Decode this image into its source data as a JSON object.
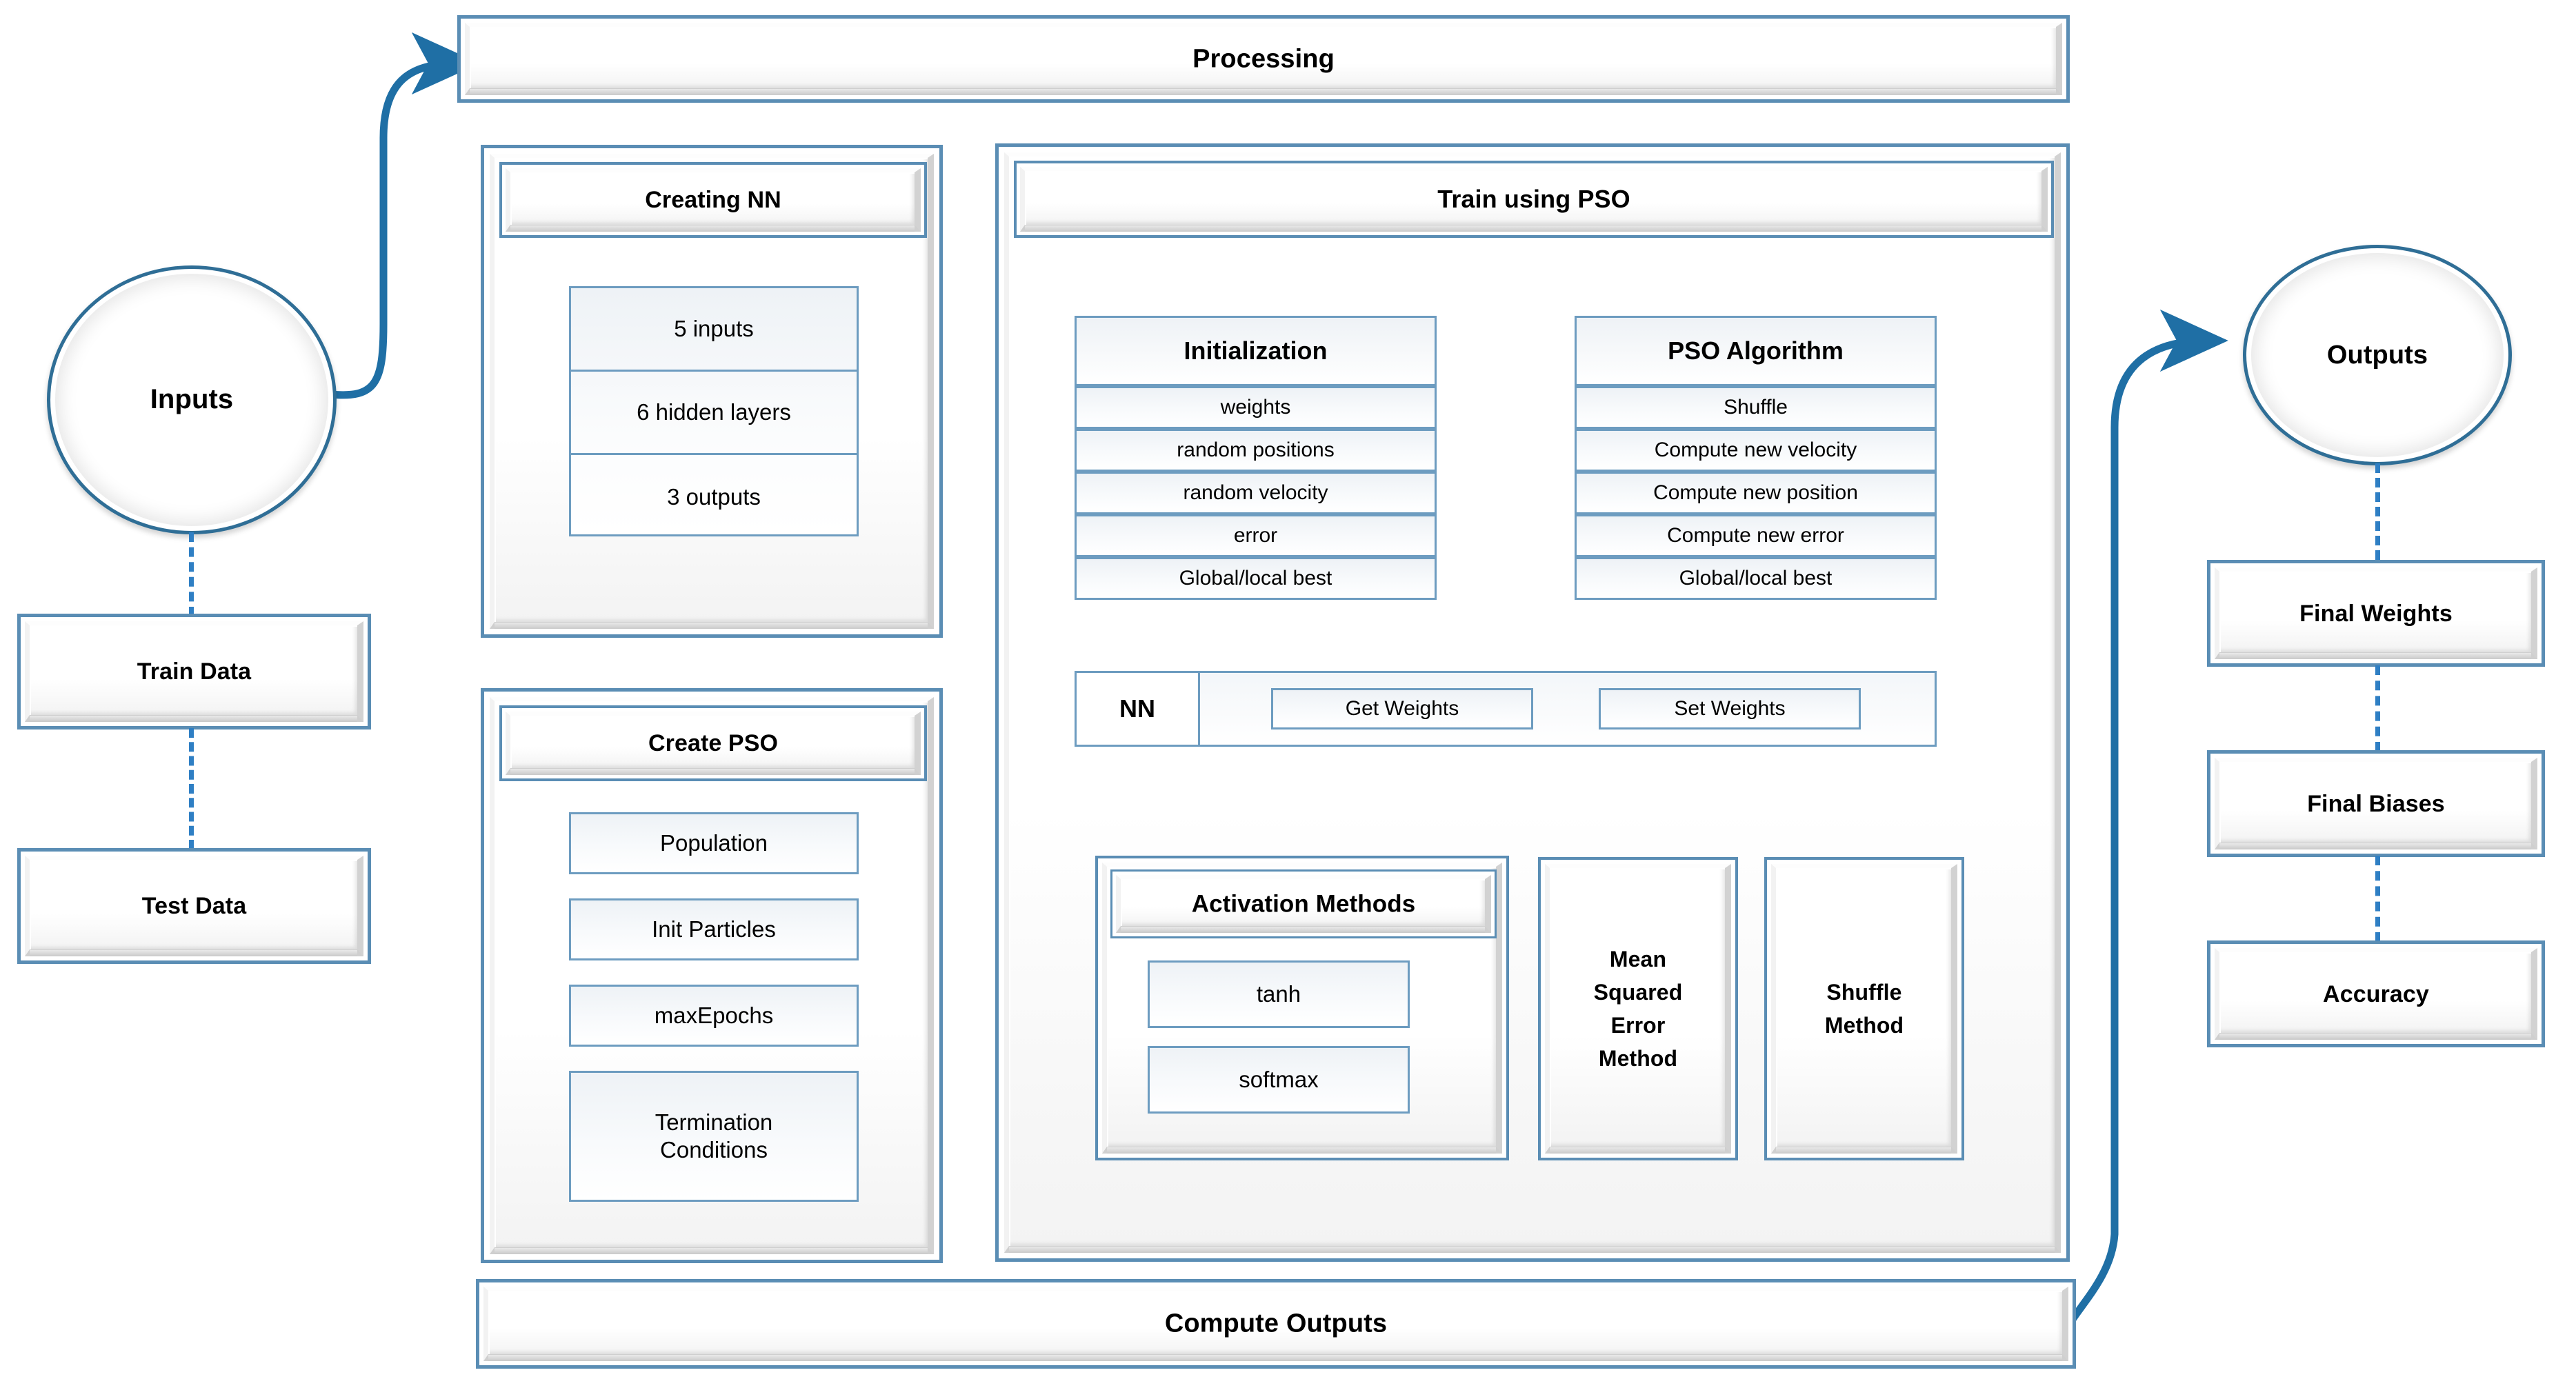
{
  "diagram": {
    "title_bar": {
      "label": "Processing"
    },
    "footer_bar": {
      "label": "Compute Outputs"
    },
    "left_flow": {
      "node": {
        "label": "Inputs",
        "shape": "circle"
      },
      "boxes": [
        {
          "label": "Train Data"
        },
        {
          "label": "Test Data"
        }
      ]
    },
    "right_flow": {
      "node": {
        "label": "Outputs",
        "shape": "circle"
      },
      "boxes": [
        {
          "label": "Final Weights"
        },
        {
          "label": "Final Biases"
        },
        {
          "label": "Accuracy"
        }
      ]
    },
    "creating_nn": {
      "header": "Creating NN",
      "items": [
        "5 inputs",
        "6 hidden layers",
        "3 outputs"
      ]
    },
    "create_pso": {
      "header": "Create PSO",
      "items": [
        "Population",
        "Init Particles",
        "maxEpochs",
        "Termination\nConditions"
      ]
    },
    "train_using_pso": {
      "header": "Train using PSO",
      "initialization": {
        "header": "Initialization",
        "items": [
          "weights",
          "random positions",
          "random velocity",
          "error",
          "Global/local best"
        ]
      },
      "pso_algorithm": {
        "header": "PSO Algorithm",
        "items": [
          "Shuffle",
          "Compute new velocity",
          "Compute new position",
          "Compute new error",
          "Global/local best"
        ]
      },
      "nn_row": {
        "label": "NN",
        "buttons": [
          "Get Weights",
          "Set Weights"
        ]
      },
      "activation_methods": {
        "header": "Activation Methods",
        "items": [
          "tanh",
          "softmax"
        ]
      },
      "mse_box": {
        "label": "Mean\nSquared\nError\nMethod"
      },
      "shuffle_box": {
        "label": "Shuffle\nMethod"
      }
    },
    "colors": {
      "accent_blue": "#5a8db4",
      "arrow_blue": "#1f6fa5",
      "chip_border": "#6d9cc0",
      "dashed_blue": "#2f7fc4",
      "circle_border": "#2f6e96",
      "text": "#000000",
      "background": "#ffffff"
    }
  }
}
